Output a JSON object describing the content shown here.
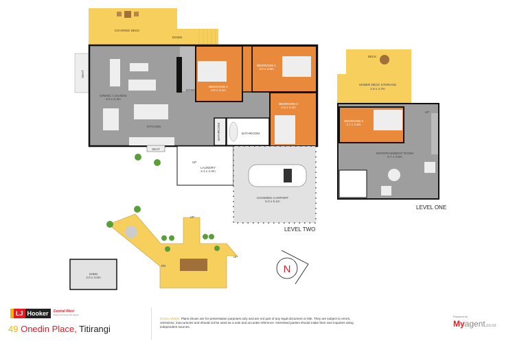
{
  "level_two": {
    "label": "LEVEL TWO",
    "rooms": {
      "covered_deck": "COVERED DECK",
      "down_deck": "DOWN",
      "down_stairs": "DOWN",
      "seat_left": "SEAT",
      "dining_lounge": "DINING / LOUNGE",
      "dining_lounge_size": "5.5 x 6.3m",
      "kitchen": "KITCHEN",
      "seat_kitchen": "SEAT",
      "bedroom2": "BEDROOM 2",
      "bedroom2_size": "3.9 x 3.1m",
      "bedroom1": "BEDROOM 1",
      "bedroom1_size": "3.0 x 3.6m",
      "bedroom3": "BEDROOM 3",
      "bedroom3_size": "2.8 x 3.2m",
      "bathroom": "BATHROOM",
      "bathroom_small": "BATHROOM",
      "laundry": "LAUNDRY",
      "laundry_size": "2.3 x 2.0m",
      "laundry_up": "UP",
      "carport": "COVERED CARPORT",
      "carport_size": "5.0 x 5.1m",
      "deck_up1": "UP",
      "deck_up2": "UP",
      "deck_dn": "DN",
      "shed": "SHED",
      "shed_size": "2.0 x 3.0m"
    }
  },
  "level_one": {
    "label": "LEVEL ONE",
    "rooms": {
      "deck": "DECK",
      "storage": "UNDER DECK STORAGE",
      "storage_size": "1.6 x 4.7m",
      "bedroom4": "BEDROOM 4",
      "bedroom4_size": "4.7 x 3.2m",
      "entertainment": "ENTERTAINMENT ROOM",
      "entertainment_size": "6.7 x 3.8m",
      "up": "UP"
    }
  },
  "compass": "N",
  "colors": {
    "deck": "#f7cf5d",
    "room": "#9e9e9e",
    "bedroom": "#e8893b",
    "wall": "#111111",
    "accent": "#e31b23"
  },
  "footer": {
    "agency_lj": "LJ",
    "agency_hooker": "Hooker",
    "agency_branch": "Central West",
    "agency_tagline": "Helping you into the right property",
    "address_number": "49",
    "address_street": "Onedin Place,",
    "address_suburb": "Titirangi",
    "disclaimer_heading": "DISCLAIMER:",
    "disclaimer_text": "Plans shown are for presentation purposes only and are not part of any legal document or title. They are subject to errors, omissions, inaccuracies and should not be used as a sole and accurate reference. Interested parties should make their own inquiries using independent sources.",
    "powered_by": "Powered by",
    "brand_my": "My",
    "brand_agent": "agent",
    "brand_tld": ".co.nz"
  }
}
